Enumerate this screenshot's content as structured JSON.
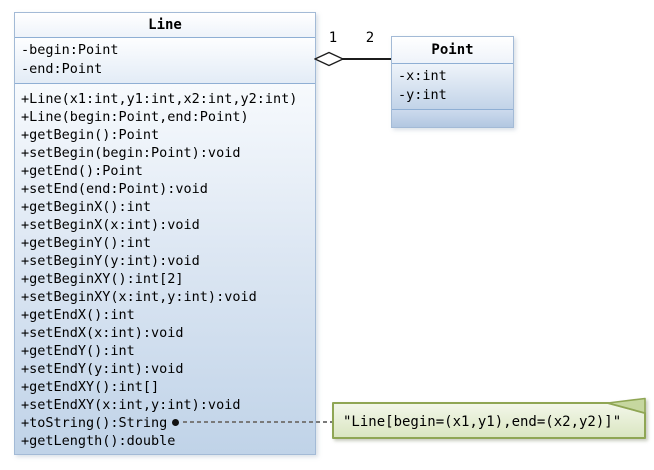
{
  "colors": {
    "box_border": "#a3bad6",
    "divider": "#8fafd4",
    "methods_blue": "#c0d3e8",
    "note_border": "#8fa654",
    "note_fill_top": "#f3f7ea",
    "note_fill_bottom": "#d9e5c0",
    "note_fold": "#c6d79f",
    "link_gray": "#7a7a7a"
  },
  "line_class": {
    "name": "Line",
    "attributes": [
      "-begin:Point",
      "-end:Point"
    ],
    "methods": [
      "+Line(x1:int,y1:int,x2:int,y2:int)",
      "+Line(begin:Point,end:Point)",
      "+getBegin():Point",
      "+setBegin(begin:Point):void",
      "+getEnd():Point",
      "+setEnd(end:Point):void",
      "+getBeginX():int",
      "+setBeginX(x:int):void",
      "+getBeginY():int",
      "+setBeginY(y:int):void",
      "+getBeginXY():int[2]",
      "+setBeginXY(x:int,y:int):void",
      "+getEndX():int",
      "+setEndX(x:int):void",
      "+getEndY():int",
      "+setEndY(y:int):void",
      "+getEndXY():int[]",
      "+setEndXY(x:int,y:int):void",
      "+toString():String",
      "+getLength():double"
    ]
  },
  "point_class": {
    "name": "Point",
    "attributes": [
      "-x:int",
      "-y:int"
    ],
    "methods": []
  },
  "association": {
    "type": "aggregation",
    "multiplicity_near_line": "1",
    "multiplicity_near_point": "2"
  },
  "note": {
    "text": "\"Line[begin=(x1,y1),end=(x2,y2)]\""
  }
}
